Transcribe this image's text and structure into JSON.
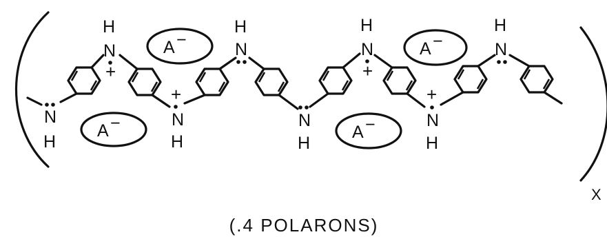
{
  "repeat_subscript": "X",
  "caption": "(.4 POLARONS)",
  "nitrogen": {
    "symbol": "N",
    "hydrogen": "H",
    "charge": "+"
  },
  "counterion": {
    "label": "A",
    "charge": "−"
  }
}
